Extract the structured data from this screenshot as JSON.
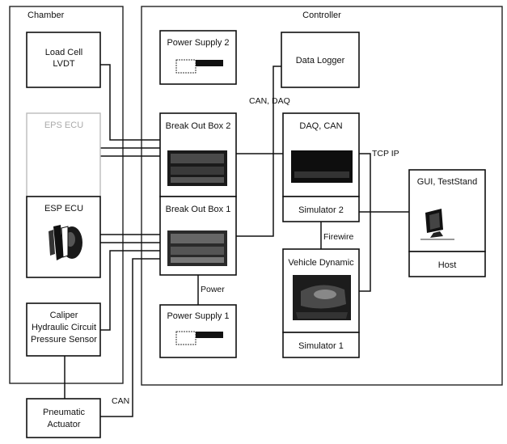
{
  "groups": {
    "chamber": "Chamber",
    "controller": "Controller"
  },
  "boxes": {
    "load_cell": [
      "Load Cell",
      "LVDT"
    ],
    "eps_ecu": "EPS ECU",
    "esp_ecu": "ESP ECU",
    "caliper": [
      "Caliper",
      "Hydraulic Circuit",
      "Pressure Sensor"
    ],
    "pneumatic": [
      "Pneumatic",
      "Actuator"
    ],
    "power_supply_2": "Power Supply 2",
    "break_out_box_2": "Break Out Box 2",
    "break_out_box_1": "Break Out Box 1",
    "power_supply_1": "Power Supply 1",
    "data_logger": "Data Logger",
    "daq_can": "DAQ, CAN",
    "simulator_2": "Simulator 2",
    "vehicle_dynamic": "Vehicle Dynamic",
    "simulator_1": "Simulator 1",
    "gui_teststand": "GUI, TestStand",
    "host": "Host"
  },
  "links": {
    "can_daq": "CAN, DAQ",
    "tcp_ip": "TCP IP",
    "firewire": "Firewire",
    "power": "Power",
    "can": "CAN"
  }
}
